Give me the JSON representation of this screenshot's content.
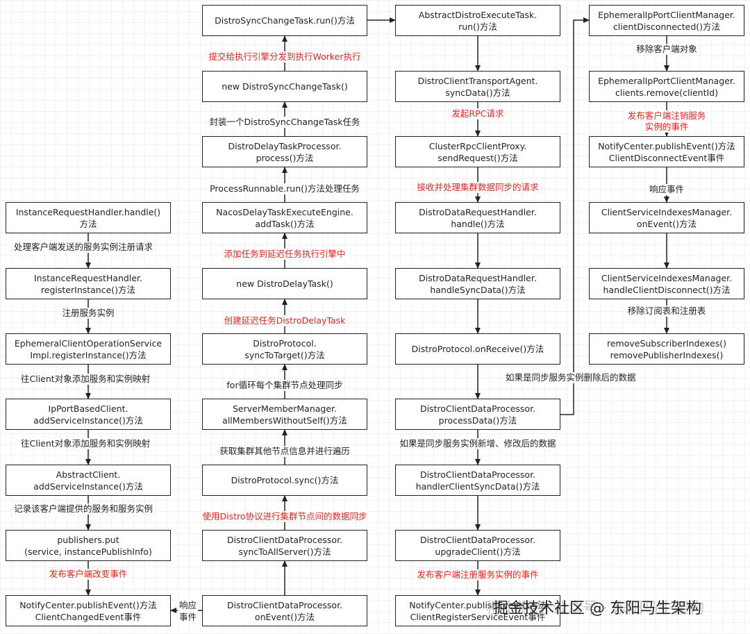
{
  "nodes": {
    "c1n1": "InstanceRequestHandler.handle()\n方法",
    "c1n2": "InstanceRequestHandler.\nregisterInstance()方法",
    "c1n3": "EphemeralClientOperationService\nImpl.registerInstance()方法",
    "c1n4": "IpPortBasedClient.\naddServiceInstance()方法",
    "c1n5": "AbstractClient.\naddServiceInstance()方法",
    "c1n6": "publishers.put\n(service, instancePublishInfo)",
    "c1n7": "NotifyCenter.publishEvent()方法\nClientChangedEvent事件",
    "c2n1": "DistroSyncChangeTask.run()方法",
    "c2n2": "new DistroSyncChangeTask()",
    "c2n3": "DistroDelayTaskProcessor.\nprocess()方法",
    "c2n4": "NacosDelayTaskExecuteEngine.\naddTask()方法",
    "c2n5": "new DistroDelayTask()",
    "c2n6": "DistroProtocol.\nsyncToTarget()方法",
    "c2n7": "ServerMemberManager.\nallMembersWithoutSelf()方法",
    "c2n8": "DistroProtocol.sync()方法",
    "c2n9": "DistroClientDataProcessor.\nsyncToAllServer()方法",
    "c2n10": "DistroClientDataProcessor.\nonEvent()方法",
    "c3n1": "AbstractDistroExecuteTask.\nrun()方法",
    "c3n2": "DistroClientTransportAgent.\nsyncData()方法",
    "c3n3": "ClusterRpcClientProxy.\nsendRequest()方法",
    "c3n4": "DistroDataRequestHandler.\nhandle()方法",
    "c3n5": "DistroDataRequestHandler.\nhandleSyncData()方法",
    "c3n6": "DistroProtocol.onReceive()方法",
    "c3n7": "DistroClientDataProcessor.\nprocessData()方法",
    "c3n8": "DistroClientDataProcessor.\nhandlerClientSyncData()方法",
    "c3n9": "DistroClientDataProcessor.\nupgradeClient()方法",
    "c3n10": "NotifyCenter.publishEvent()方法\nClientRegisterServiceEvent事件",
    "c4n1": "EphemeralIpPortClientManager.\nclientDisconnected()方法",
    "c4n2": "EphemeralIpPortClientManager.\nclients.remove(clientId)",
    "c4n3": "NotifyCenter.publishEvent()方法\nClientDisconnectEvent事件",
    "c4n4": "ClientServiceIndexesManager.\nonEvent()方法",
    "c4n5": "ClientServiceIndexesManager.\nhandleClientDisconnect()方法",
    "c4n6": "removeSubscriberIndexes()\nremovePublisherIndexes()"
  },
  "labels": {
    "l1a": "处理客户端发送的服务实例注册请求",
    "l1b": "注册服务实例",
    "l1c": "往Client对象添加服务和实例映射",
    "l1d": "往Client对象添加服务和实例映射",
    "l1e": "记录该客户端提供的服务和服务实例",
    "l1f": "发布客户端改变事件",
    "l1g": "响应\n事件",
    "l2a": "提交给执行引擎分发到执行Worker执行",
    "l2b": "封装一个DistroSyncChangeTask任务",
    "l2c": "ProcessRunnable.run()方法处理任务",
    "l2d": "添加任务到延迟任务执行引擎中",
    "l2e": "创建延迟任务DistroDelayTask",
    "l2f": "for循环每个集群节点处理同步",
    "l2g": "获取集群其他节点信息并进行遍历",
    "l2h": "使用Distro协议进行集群节点间的数据同步",
    "l3a": "发起RPC请求",
    "l3b": "接收并处理集群数据同步的请求",
    "l3c": "如果是同步服务实例删除后的数据",
    "l3d": "如果是同步服务实例新增、修改后的数据",
    "l3e": "发布客户端注册服务实例的事件",
    "l4a": "移除客户端对象",
    "l4b": "发布客户端注销服务实例的事件",
    "l4c": "响应事件",
    "l4d": "移除订阅表和注册表"
  },
  "watermark": {
    "text": "掘金技术社区 @ 东阳马生架构",
    "faded": "稀土掘金 公众号 · 东阳马生架构"
  },
  "colors": {
    "accent_red": "#e8221c",
    "stroke": "#222222"
  }
}
